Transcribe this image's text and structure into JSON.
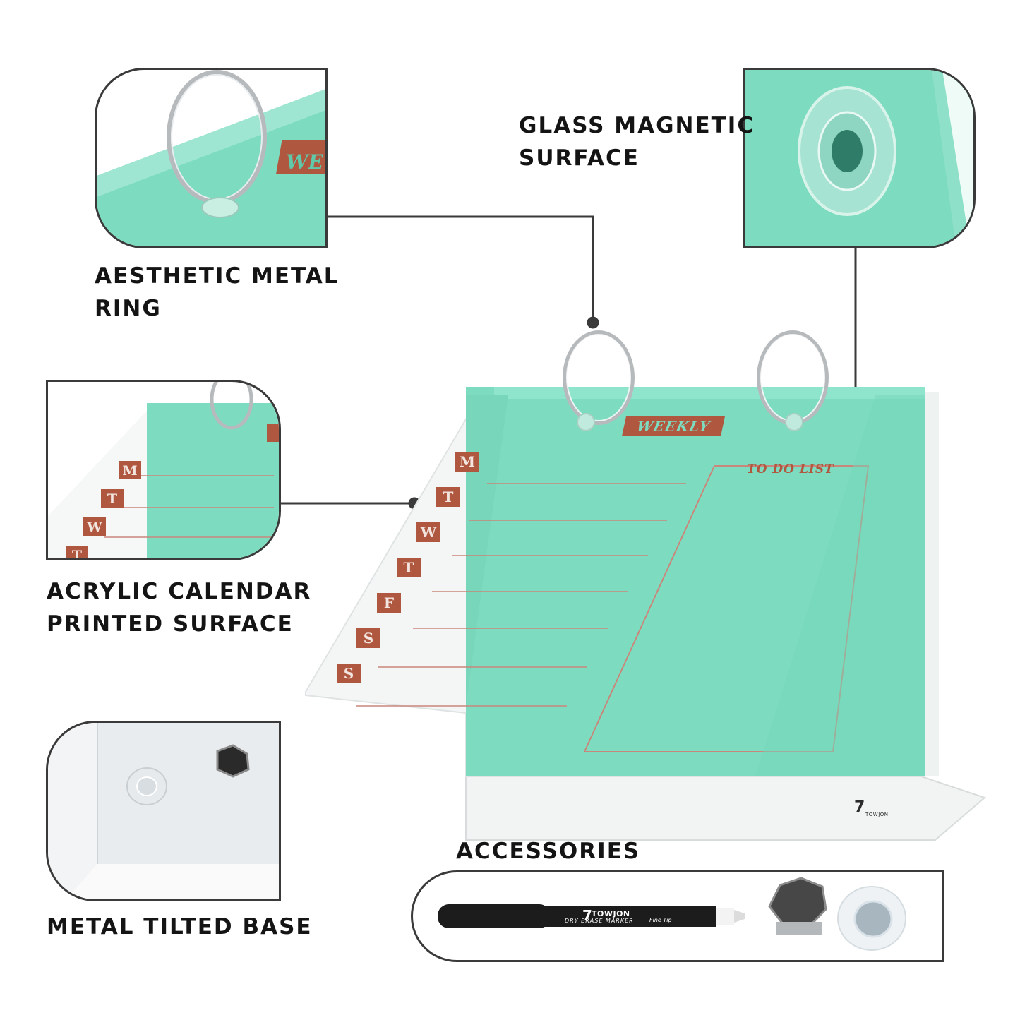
{
  "labels": {
    "ring": [
      "AESTHETIC METAL",
      "RING"
    ],
    "glass": [
      "GLASS MAGNETIC",
      "SURFACE"
    ],
    "acrylic": [
      "ACRYLIC CALENDAR",
      "PRINTED SURFACE"
    ],
    "base": [
      "METAL TILTED BASE"
    ],
    "accessories": [
      "ACCESSORIES"
    ]
  },
  "board": {
    "header": "WEEKLY",
    "todo_title": "TO DO LIST",
    "days": [
      "M",
      "T",
      "W",
      "T",
      "F",
      "S",
      "S"
    ],
    "brand": "TOWJON"
  },
  "marker": {
    "brand": "TOWJON",
    "text": "DRY ERASE MARKER",
    "tip": "Fine Tip"
  },
  "colors": {
    "mint": "#7ddcc0",
    "mint_dark": "#5fc9aa",
    "badge": "#b0573f",
    "line": "#c9867a",
    "frame": "#3a3a3a"
  }
}
